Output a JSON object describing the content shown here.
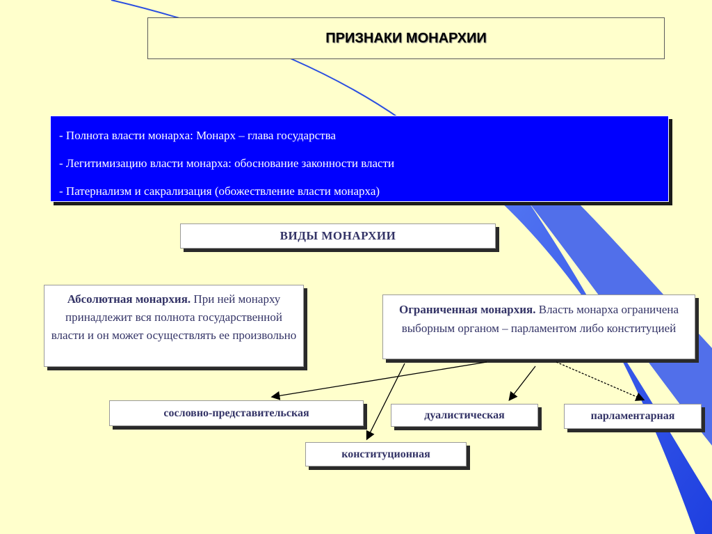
{
  "title": "ПРИЗНАКИ МОНАРХИИ",
  "features": [
    "- Полнота власти монарха: Монарх – глава государства",
    "- Легитимизацию власти монарха: обоснование законности власти",
    "- Патернализм и сакрализация (обожествление власти монарха)"
  ],
  "types_heading": "ВИДЫ МОНАРХИИ",
  "absolute": {
    "term": "Абсолютная монархия.",
    "text": "При ней монарху принадлежит вся полнота государственной власти и он может осуществлять ее произвольно"
  },
  "limited": {
    "term": "Ограниченная монархия.",
    "text": "Власть монарха ограничена выборным органом – парламентом либо конституцией"
  },
  "limited_subtypes": {
    "estate": "сословно-представительская",
    "dualistic": "дуалистическая",
    "parliamentary": "парламентарная",
    "constitutional": "конституционная"
  },
  "colors": {
    "background": "#ffffcc",
    "features_box": "#0000ff",
    "text_dark": "#333366",
    "accent_swoosh": "#3355ee"
  }
}
